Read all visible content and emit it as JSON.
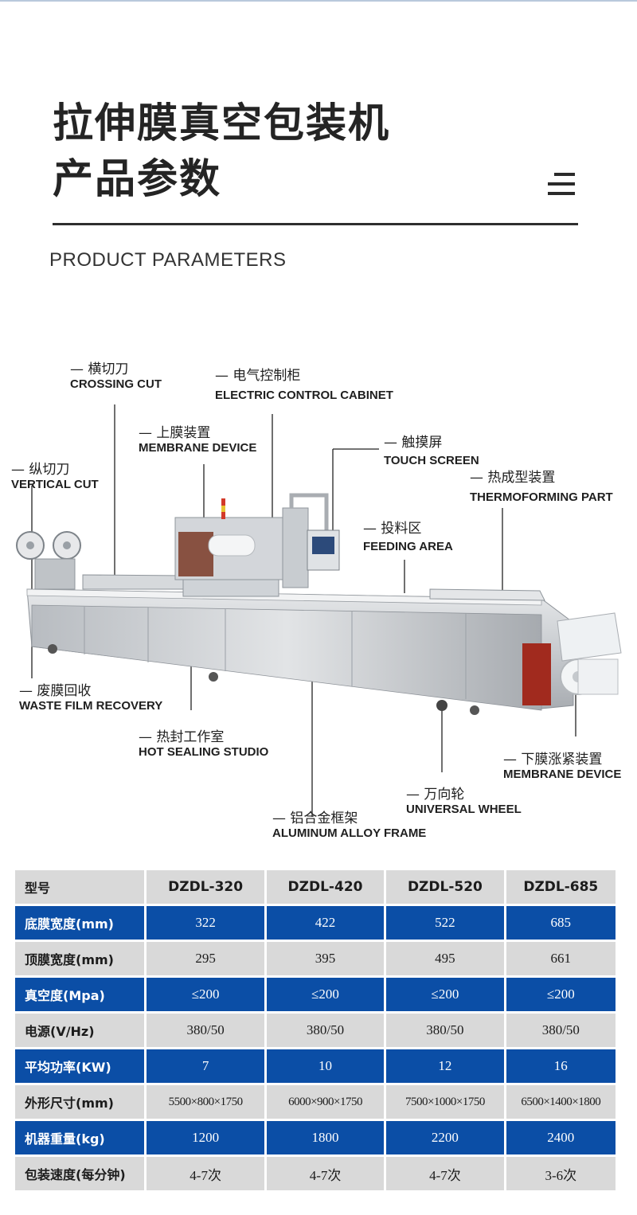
{
  "header": {
    "title_line1": "拉伸膜真空包装机",
    "title_line2": "产品参数",
    "subtitle": "PRODUCT PARAMETERS"
  },
  "labels": [
    {
      "cn": "横切刀",
      "en": "CROSSING CUT"
    },
    {
      "cn": "电气控制柜",
      "en": "ELECTRIC CONTROL CABINET"
    },
    {
      "cn": "上膜装置",
      "en": "MEMBRANE  DEVICE"
    },
    {
      "cn": "触摸屏",
      "en": "TOUCH  SCREEN"
    },
    {
      "cn": "纵切刀",
      "en": "VERTICAL CUT"
    },
    {
      "cn": "热成型装置",
      "en": "THERMOFORMING PART"
    },
    {
      "cn": "投料区",
      "en": "FEEDING AREA"
    },
    {
      "cn": "废膜回收",
      "en": "WASTE FILM RECOVERY"
    },
    {
      "cn": "热封工作室",
      "en": "HOT SEALING STUDIO"
    },
    {
      "cn": "下膜涨紧装置",
      "en": "MEMBRANE  DEVICE"
    },
    {
      "cn": "万向轮",
      "en": "UNIVERSAL WHEEL"
    },
    {
      "cn": "铝合金框架",
      "en": "ALUMINUM ALLOY FRAME"
    }
  ],
  "table": {
    "header": [
      "型号",
      "DZDL-320",
      "DZDL-420",
      "DZDL-520",
      "DZDL-685"
    ],
    "rows": [
      [
        "底膜宽度(mm)",
        "322",
        "422",
        "522",
        "685"
      ],
      [
        "顶膜宽度(mm)",
        "295",
        "395",
        "495",
        "661"
      ],
      [
        "真空度(Mpa)",
        "≤200",
        "≤200",
        "≤200",
        "≤200"
      ],
      [
        "电源(V/Hz)",
        "380/50",
        "380/50",
        "380/50",
        "380/50"
      ],
      [
        "平均功率(KW)",
        "7",
        "10",
        "12",
        "16"
      ],
      [
        "外形尺寸(mm)",
        "5500×800×1750",
        "6000×900×1750",
        "7500×1000×1750",
        "6500×1400×1800"
      ],
      [
        "机器重量(kg)",
        "1200",
        "1800",
        "2200",
        "2400"
      ],
      [
        "包装速度(每分钟)",
        "4-7次",
        "4-7次",
        "4-7次",
        "3-6次"
      ]
    ]
  },
  "colors": {
    "blue_row": "#0b4ea6",
    "gray_row": "#d9d9d9"
  }
}
